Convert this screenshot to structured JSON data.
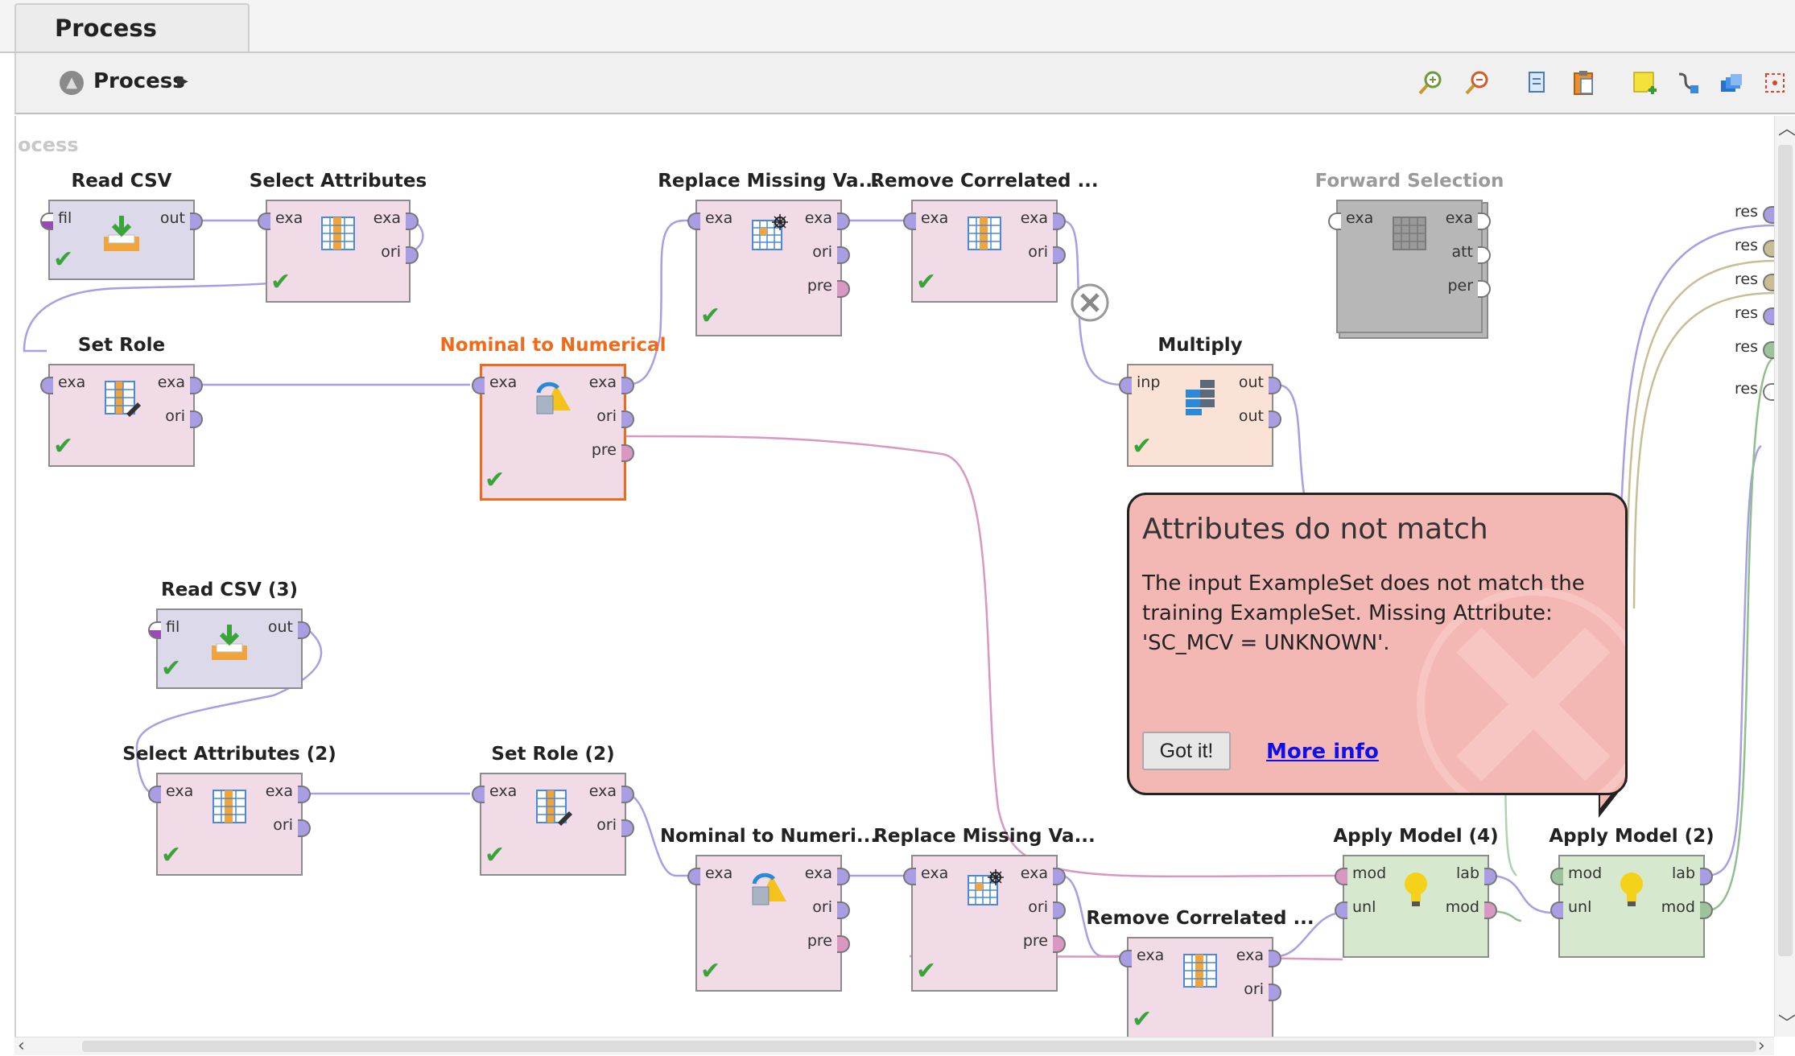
{
  "tab": {
    "label": "Process"
  },
  "toolbar": {
    "breadcrumb": "Process",
    "icons": [
      "zoom-in-icon",
      "zoom-out-icon",
      "copy-icon",
      "paste-icon",
      "add-note-icon",
      "auto-wire-icon",
      "layers-icon",
      "fit-to-screen-icon"
    ]
  },
  "canvas": {
    "watermark": "ocess"
  },
  "operators": {
    "read_csv": {
      "title": "Read CSV",
      "in": [
        "fil"
      ],
      "out": [
        "out"
      ]
    },
    "select_attributes": {
      "title": "Select Attributes",
      "in": [
        "exa"
      ],
      "out": [
        "exa",
        "ori"
      ]
    },
    "replace_missing_1": {
      "title": "Replace Missing Va...",
      "in": [
        "exa"
      ],
      "out": [
        "exa",
        "ori",
        "pre"
      ]
    },
    "remove_correlated_1": {
      "title": "Remove Correlated ...",
      "in": [
        "exa"
      ],
      "out": [
        "exa",
        "ori"
      ]
    },
    "forward_selection": {
      "title": "Forward Selection",
      "in": [
        "exa"
      ],
      "out": [
        "exa",
        "att",
        "per"
      ]
    },
    "set_role": {
      "title": "Set Role",
      "in": [
        "exa"
      ],
      "out": [
        "exa",
        "ori"
      ]
    },
    "nominal_to_numerical": {
      "title": "Nominal to Numerical",
      "in": [
        "exa"
      ],
      "out": [
        "exa",
        "ori",
        "pre"
      ]
    },
    "multiply": {
      "title": "Multiply",
      "in": [
        "inp"
      ],
      "out": [
        "out",
        "out"
      ]
    },
    "read_csv_3": {
      "title": "Read CSV (3)",
      "in": [
        "fil"
      ],
      "out": [
        "out"
      ]
    },
    "select_attributes_2": {
      "title": "Select Attributes (2)",
      "in": [
        "exa"
      ],
      "out": [
        "exa",
        "ori"
      ]
    },
    "set_role_2": {
      "title": "Set Role (2)",
      "in": [
        "exa"
      ],
      "out": [
        "exa",
        "ori"
      ]
    },
    "nominal_to_numerical_2": {
      "title": "Nominal to Numeri...",
      "in": [
        "exa"
      ],
      "out": [
        "exa",
        "ori",
        "pre"
      ]
    },
    "replace_missing_2": {
      "title": "Replace Missing Va...",
      "in": [
        "exa"
      ],
      "out": [
        "exa",
        "ori",
        "pre"
      ]
    },
    "remove_correlated_2": {
      "title": "Remove Correlated ...",
      "in": [
        "exa"
      ],
      "out": [
        "exa",
        "ori"
      ]
    },
    "apply_model_4": {
      "title": "Apply Model (4)",
      "in": [
        "mod",
        "unl"
      ],
      "out": [
        "lab",
        "mod"
      ]
    },
    "apply_model_2": {
      "title": "Apply Model (2)",
      "in": [
        "mod",
        "unl"
      ],
      "out": [
        "lab",
        "mod"
      ]
    }
  },
  "result_ports": [
    "res",
    "res",
    "res",
    "res",
    "res",
    "res"
  ],
  "error": {
    "title": "Attributes do not match",
    "message": "The input ExampleSet does not match the training ExampleSet. Missing Attribute: 'SC_MCV = UNKNOWN'.",
    "button": "Got it!",
    "link": "More info"
  },
  "colors": {
    "selected": "#f06a1c",
    "wire_purple": "#a99ee3",
    "wire_pink": "#d898c2",
    "wire_green": "#8fbf8f",
    "wire_tan": "#c8be96",
    "error_bg": "#f4b8b4"
  }
}
